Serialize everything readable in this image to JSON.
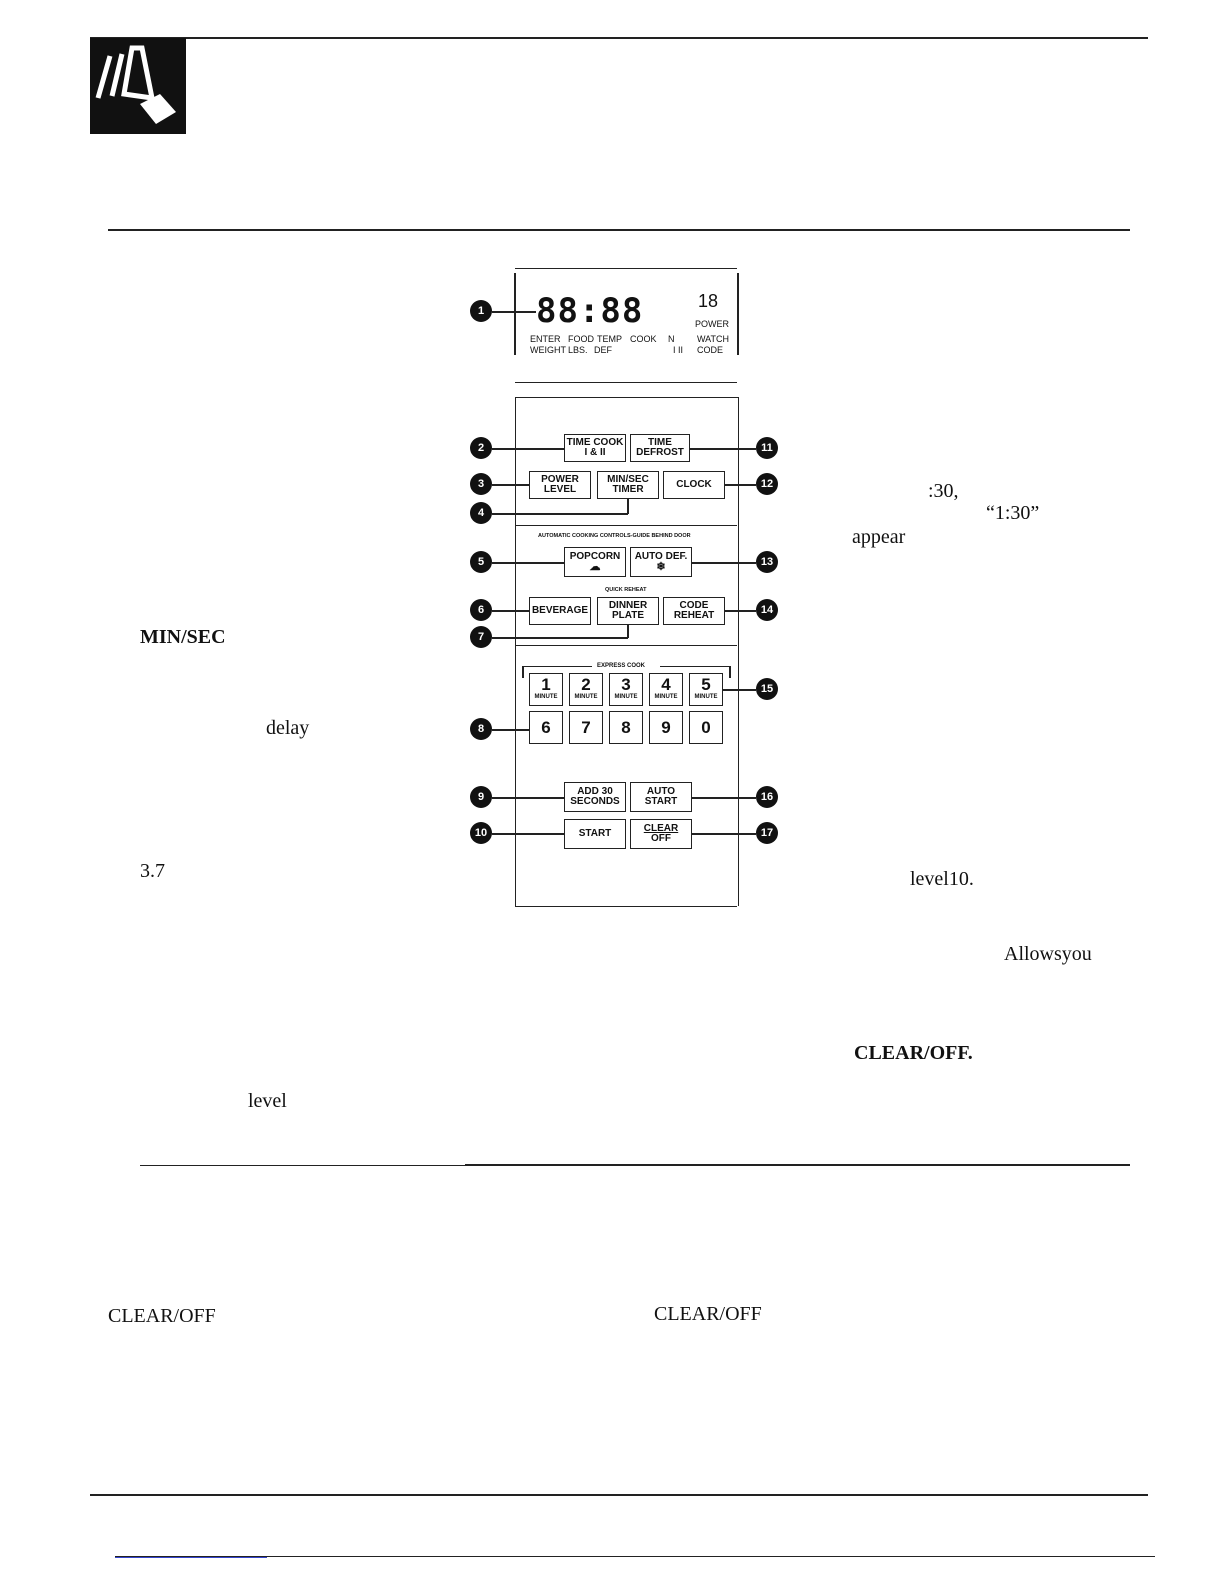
{
  "page": {
    "left_text": [
      "MIN/SEC",
      "delay",
      "3.7",
      "level"
    ],
    "right_text": [
      ":30,",
      "“1:30”",
      "appear",
      "level10.",
      "Allowsyou",
      "CLEAR/OFF."
    ],
    "bottom_text": [
      "CLEAR/OFF",
      "CLEAR/OFF"
    ]
  },
  "display": {
    "digits": "88:88",
    "power_digits": "18",
    "labels_row1": [
      "ENTER",
      "FOOD",
      "TEMP",
      "COOK",
      "N",
      "WATCH"
    ],
    "labels_row2": [
      "WEIGHT",
      "LBS.",
      "DEF",
      "I II",
      "CODE"
    ],
    "power_label": "POWER"
  },
  "panel": {
    "keys": {
      "time_cook": [
        "TIME COOK",
        "I & II"
      ],
      "time_defrost": [
        "TIME",
        "DEFROST"
      ],
      "power_level": [
        "POWER",
        "LEVEL"
      ],
      "min_sec_timer": [
        "MIN/SEC",
        "TIMER"
      ],
      "clock": "CLOCK",
      "popcorn": "POPCORN",
      "auto_def": "AUTO DEF.",
      "beverage": "BEVERAGE",
      "dinner_plate": [
        "DINNER",
        "PLATE"
      ],
      "code_reheat": [
        "CODE",
        "REHEAT"
      ],
      "add_30": [
        "ADD 30",
        "SECONDS"
      ],
      "auto_start": [
        "AUTO",
        "START"
      ],
      "start": "START",
      "clear_off": [
        "CLEAR",
        "OFF"
      ]
    },
    "auto_cooking_label": "AUTOMATIC COOKING CONTROLS-GUIDE BEHIND DOOR",
    "quick_reheat_label": "QUICK REHEAT",
    "express_cook_label": "EXPRESS COOK",
    "minute_label": "MINUTE",
    "digits_row1": [
      "1",
      "2",
      "3",
      "4",
      "5"
    ],
    "digits_row2": [
      "6",
      "7",
      "8",
      "9",
      "0"
    ]
  },
  "callouts": [
    "1",
    "2",
    "3",
    "4",
    "5",
    "6",
    "7",
    "8",
    "9",
    "10",
    "11",
    "12",
    "13",
    "14",
    "15",
    "16",
    "17"
  ]
}
